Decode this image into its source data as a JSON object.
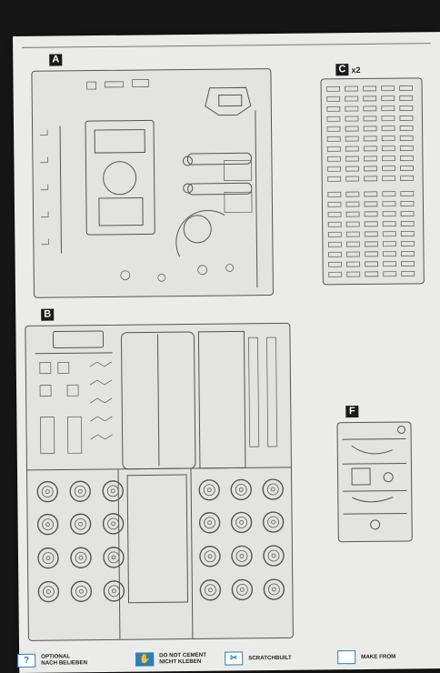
{
  "sprue_a": {
    "label": "A"
  },
  "sprue_b": {
    "label": "B"
  },
  "sprue_c": {
    "label": "C",
    "qty": "x2"
  },
  "sprue_f": {
    "label": "F"
  },
  "legend": [
    {
      "symbol": "?",
      "line1": "OPTIONAL",
      "line2": "NACH BELIEBEN"
    },
    {
      "symbol": "✋",
      "line1": "DO NOT CEMENT",
      "line2": "NICHT KLEBEN"
    },
    {
      "symbol": "✂",
      "line1": "SCRATCHBUILT",
      "line2": ""
    },
    {
      "symbol": "",
      "line1": "MAKE FROM",
      "line2": ""
    }
  ]
}
